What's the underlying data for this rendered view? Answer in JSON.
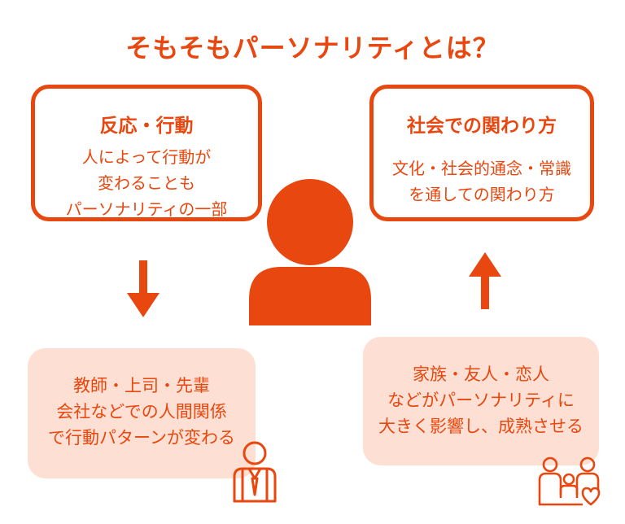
{
  "title": "そもそもパーソナリティとは？",
  "left_box": {
    "heading": "反応・行動",
    "lines": [
      "人によって行動が",
      "変わることも",
      "パーソナリティの一部"
    ]
  },
  "right_box": {
    "heading": "社会での関わり方",
    "lines": [
      "文化・社会的通念・常識",
      "を通しての関わり方"
    ]
  },
  "bottom_left": {
    "lines": [
      "教師・上司・先輩",
      "会社などでの人間関係",
      "で行動パターンが変わる"
    ]
  },
  "bottom_right": {
    "lines": [
      "家族・友人・恋人",
      "などがパーソナリティに",
      "大きく影響し、成熟させる"
    ]
  },
  "icons": [
    "person-icon",
    "arrow-down-icon",
    "arrow-up-icon",
    "businessman-icon",
    "family-icon"
  ],
  "colors": {
    "accent": "#e8470f",
    "soft": "#fde0d3"
  }
}
